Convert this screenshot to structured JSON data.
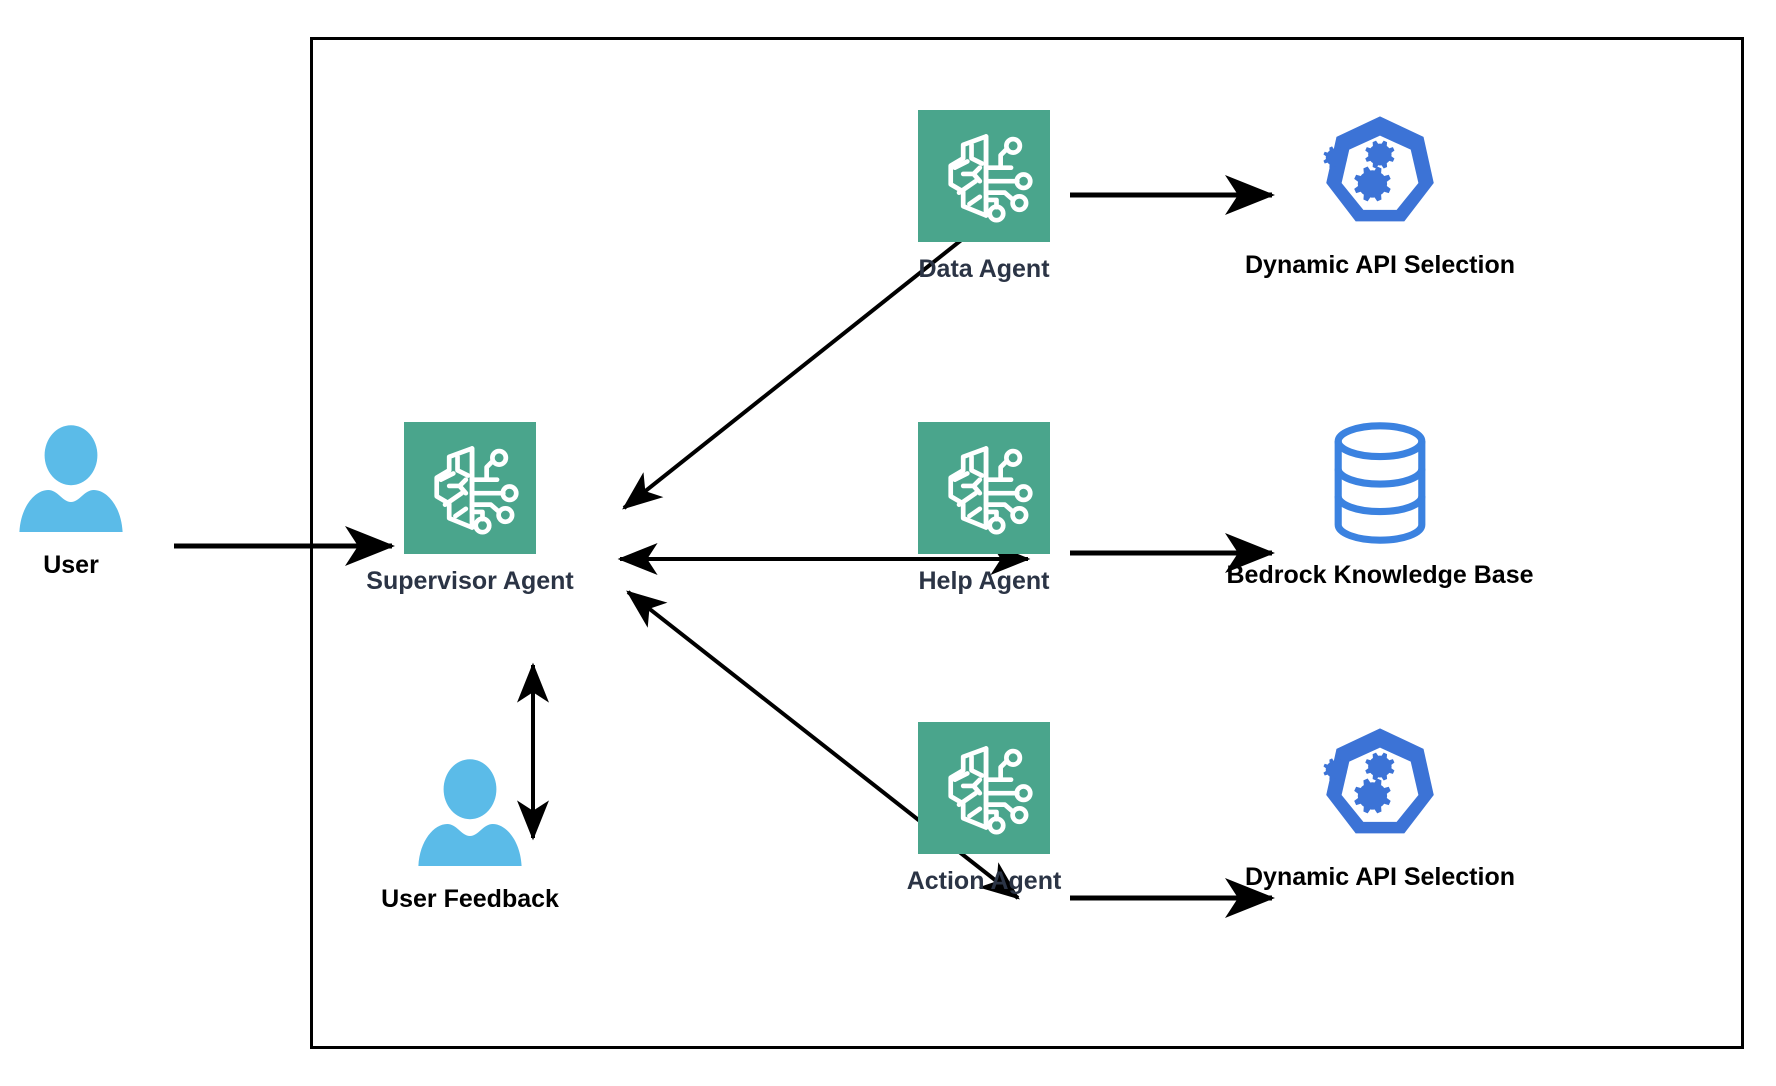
{
  "diagram": {
    "title": "Multi-Agent Supervisor Architecture",
    "background_color": "#ffffff",
    "frame": {
      "name": "agent-system-boundary",
      "stroke_color": "#000000",
      "stroke_width": 3
    },
    "colors": {
      "agent_tile": "#4aa58c",
      "agent_icon": "#ffffff",
      "person": "#5bbbe8",
      "kubernetes_blue": "#3c73d6",
      "database_blue": "#3b82e0",
      "arrow": "#000000",
      "label_navy": "#2b3445",
      "label_black": "#000000"
    },
    "nodes": [
      {
        "id": "user",
        "label": "User",
        "icon": "person-icon",
        "label_color": "black",
        "inside_frame": false
      },
      {
        "id": "supervisor",
        "label": "Supervisor Agent",
        "icon": "ai-brain-chip-icon",
        "label_color": "navy",
        "inside_frame": true
      },
      {
        "id": "user-feedback",
        "label": "User Feedback",
        "icon": "person-icon",
        "label_color": "black",
        "inside_frame": true
      },
      {
        "id": "data-agent",
        "label": "Data Agent",
        "icon": "ai-brain-chip-icon",
        "label_color": "navy",
        "inside_frame": true
      },
      {
        "id": "help-agent",
        "label": "Help Agent",
        "icon": "ai-brain-chip-icon",
        "label_color": "navy",
        "inside_frame": true
      },
      {
        "id": "action-agent",
        "label": "Action Agent",
        "icon": "ai-brain-chip-icon",
        "label_color": "navy",
        "inside_frame": true
      },
      {
        "id": "api-selection-top",
        "label": "Dynamic API Selection",
        "icon": "kubernetes-gears-icon",
        "label_color": "black",
        "inside_frame": true
      },
      {
        "id": "knowledge-base",
        "label": "Bedrock Knowledge Base",
        "icon": "database-cylinder-icon",
        "label_color": "black",
        "inside_frame": true
      },
      {
        "id": "api-selection-bottom",
        "label": "Dynamic API Selection",
        "icon": "kubernetes-gears-icon",
        "label_color": "black",
        "inside_frame": true
      }
    ],
    "edges": [
      {
        "id": "user-to-supervisor",
        "from": "user",
        "to": "supervisor",
        "direction": "one-way"
      },
      {
        "id": "supervisor-data-agent",
        "from": "supervisor",
        "to": "data-agent",
        "direction": "two-way"
      },
      {
        "id": "supervisor-help-agent",
        "from": "supervisor",
        "to": "help-agent",
        "direction": "two-way"
      },
      {
        "id": "supervisor-action-agent",
        "from": "supervisor",
        "to": "action-agent",
        "direction": "two-way"
      },
      {
        "id": "supervisor-user-feedback",
        "from": "supervisor",
        "to": "user-feedback",
        "direction": "two-way"
      },
      {
        "id": "data-agent-to-api",
        "from": "data-agent",
        "to": "api-selection-top",
        "direction": "one-way"
      },
      {
        "id": "help-agent-to-kb",
        "from": "help-agent",
        "to": "knowledge-base",
        "direction": "one-way"
      },
      {
        "id": "action-agent-to-api",
        "from": "action-agent",
        "to": "api-selection-bottom",
        "direction": "one-way"
      }
    ]
  }
}
